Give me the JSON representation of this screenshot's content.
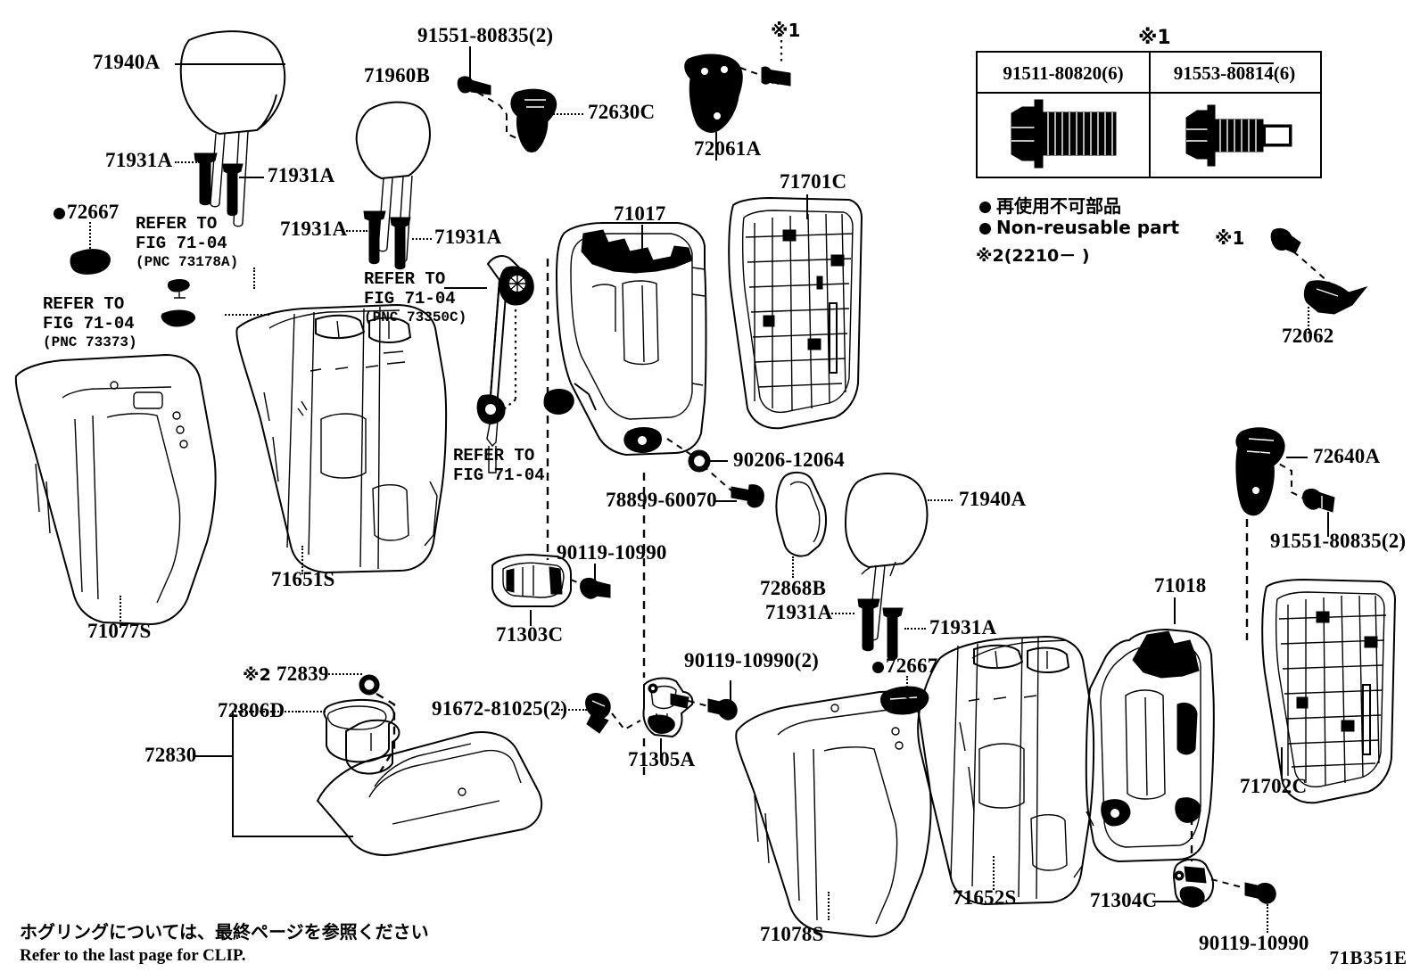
{
  "figure": {
    "id": "71B351E",
    "footnote_jp": "ホグリングについては、最終ページを参照ください",
    "footnote_en": "Refer to the last page for CLIP."
  },
  "legend": {
    "star1": "※1",
    "table": {
      "columns": [
        {
          "part": "91511-80820(6)",
          "icon": "flange-bolt-icon"
        },
        {
          "part": "91553-80814(6)",
          "icon": "flange-bolt-short-icon"
        }
      ]
    },
    "nonreusable_jp": "再使用不可部品",
    "nonreusable_en": "Non-reusable part",
    "star2_note": "※2(2210－     )"
  },
  "callouts": [
    {
      "id": "c01",
      "text": "71940A",
      "name": "part-label-71940a-left"
    },
    {
      "id": "c02",
      "text": "71931A",
      "name": "part-label-71931a-1"
    },
    {
      "id": "c03",
      "text": "71931A",
      "name": "part-label-71931a-2"
    },
    {
      "id": "c04",
      "text": "72667",
      "name": "part-label-72667-left",
      "bullet": true
    },
    {
      "id": "c05",
      "text": "71960B",
      "name": "part-label-71960b"
    },
    {
      "id": "c06",
      "text": "71931A",
      "name": "part-label-71931a-3"
    },
    {
      "id": "c07",
      "text": "71931A",
      "name": "part-label-71931a-4"
    },
    {
      "id": "c08",
      "text": "91551-80835(2)",
      "name": "part-label-91551-80835-top"
    },
    {
      "id": "c09",
      "text": "72630C",
      "name": "part-label-72630c"
    },
    {
      "id": "c10",
      "text": "72061A",
      "name": "part-label-72061a"
    },
    {
      "id": "c11",
      "text": "71017",
      "name": "part-label-71017"
    },
    {
      "id": "c12",
      "text": "71701C",
      "name": "part-label-71701c"
    },
    {
      "id": "c13",
      "text": "72062",
      "name": "part-label-72062"
    },
    {
      "id": "c14",
      "text": "71651S",
      "name": "part-label-71651s"
    },
    {
      "id": "c15",
      "text": "71077S",
      "name": "part-label-71077s"
    },
    {
      "id": "c16",
      "text": "90206-12064",
      "name": "part-label-90206-12064"
    },
    {
      "id": "c17",
      "text": "78899-60070",
      "name": "part-label-78899-60070"
    },
    {
      "id": "c18",
      "text": "90119-10990",
      "name": "part-label-90119-10990-mid"
    },
    {
      "id": "c19",
      "text": "71303C",
      "name": "part-label-71303c"
    },
    {
      "id": "c20",
      "text": "72868B",
      "name": "part-label-72868b"
    },
    {
      "id": "c21",
      "text": "71940A",
      "name": "part-label-71940a-right"
    },
    {
      "id": "c22",
      "text": "71931A",
      "name": "part-label-71931a-5"
    },
    {
      "id": "c23",
      "text": "71931A",
      "name": "part-label-71931a-6"
    },
    {
      "id": "c24",
      "text": "72667",
      "name": "part-label-72667-right",
      "bullet": true
    },
    {
      "id": "c25",
      "text": "72839",
      "name": "part-label-72839",
      "prefix": "※2"
    },
    {
      "id": "c26",
      "text": "72806D",
      "name": "part-label-72806d"
    },
    {
      "id": "c27",
      "text": "72830",
      "name": "part-label-72830"
    },
    {
      "id": "c28",
      "text": "91672-81025(2)",
      "name": "part-label-91672-81025"
    },
    {
      "id": "c29",
      "text": "90119-10990(2)",
      "name": "part-label-90119-10990-2"
    },
    {
      "id": "c30",
      "text": "71305A",
      "name": "part-label-71305a"
    },
    {
      "id": "c31",
      "text": "71078S",
      "name": "part-label-71078s"
    },
    {
      "id": "c32",
      "text": "71652S",
      "name": "part-label-71652s"
    },
    {
      "id": "c33",
      "text": "71018",
      "name": "part-label-71018"
    },
    {
      "id": "c34",
      "text": "71702C",
      "name": "part-label-71702c"
    },
    {
      "id": "c35",
      "text": "72640A",
      "name": "part-label-72640a"
    },
    {
      "id": "c36",
      "text": "91551-80835(2)",
      "name": "part-label-91551-80835-right"
    },
    {
      "id": "c37",
      "text": "71304C",
      "name": "part-label-71304c"
    },
    {
      "id": "c38",
      "text": "90119-10990",
      "name": "part-label-90119-10990-bottom"
    }
  ],
  "refer_blocks": [
    {
      "id": "r1",
      "l1": "REFER TO",
      "l2": "FIG 71-04",
      "l3": "(PNC 73178A)",
      "name": "refer-fig-7104-pnc73178a"
    },
    {
      "id": "r2",
      "l1": "REFER TO",
      "l2": "FIG 71-04",
      "l3": "(PNC 73373)",
      "name": "refer-fig-7104-pnc73373"
    },
    {
      "id": "r3",
      "l1": "REFER TO",
      "l2": "FIG 71-04",
      "l3": "(PNC 73350C)",
      "name": "refer-fig-7104-pnc73350c"
    },
    {
      "id": "r4",
      "l1": "REFER TO",
      "l2": "FIG 71-04",
      "l3": "",
      "name": "refer-fig-7104-belt"
    }
  ],
  "star_marks": [
    {
      "id": "s1",
      "text": "※1",
      "name": "star-mark-1-top"
    },
    {
      "id": "s2",
      "text": "※1",
      "name": "star-mark-1-right"
    }
  ]
}
